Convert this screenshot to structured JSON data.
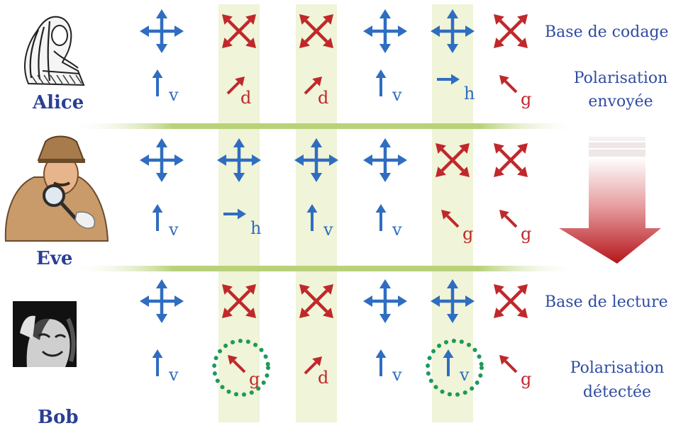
{
  "people": [
    {
      "name": "Alice"
    },
    {
      "name": "Eve"
    },
    {
      "name": "Bob"
    }
  ],
  "labels": {
    "base_codage": "Base de codage",
    "polarisation_envoyee_1": "Polarisation",
    "polarisation_envoyee_2": "envoyée",
    "base_lecture": "Base de lecture",
    "polarisation_detectee_1": "Polarisation",
    "polarisation_detectee_2": "détectée"
  },
  "colors": {
    "rectilinear": "#2f6dc0",
    "diagonal": "#c0282b",
    "label_blue": "#2f4ca3",
    "highlight": "#f0f4d8",
    "separator": "#b9d27a",
    "circle": "#1e9a5a",
    "down_arrow": "#c1262a"
  },
  "highlighted_columns": [
    1,
    2,
    4
  ],
  "alice": {
    "bases": [
      "rectilinear",
      "diagonal",
      "diagonal",
      "rectilinear",
      "rectilinear",
      "diagonal"
    ],
    "polarisations": [
      {
        "dir": "up",
        "letter": "v"
      },
      {
        "dir": "upright",
        "letter": "d"
      },
      {
        "dir": "upright",
        "letter": "d"
      },
      {
        "dir": "up",
        "letter": "v"
      },
      {
        "dir": "right",
        "letter": "h"
      },
      {
        "dir": "upleft",
        "letter": "g"
      }
    ]
  },
  "eve": {
    "bases": [
      "rectilinear",
      "rectilinear",
      "rectilinear",
      "rectilinear",
      "diagonal",
      "diagonal"
    ],
    "polarisations": [
      {
        "dir": "up",
        "letter": "v"
      },
      {
        "dir": "right",
        "letter": "h"
      },
      {
        "dir": "up",
        "letter": "v"
      },
      {
        "dir": "up",
        "letter": "v"
      },
      {
        "dir": "upleft",
        "letter": "g"
      },
      {
        "dir": "upleft",
        "letter": "g"
      }
    ]
  },
  "bob": {
    "bases": [
      "rectilinear",
      "diagonal",
      "diagonal",
      "rectilinear",
      "rectilinear",
      "diagonal"
    ],
    "polarisations": [
      {
        "dir": "up",
        "letter": "v",
        "circled": false
      },
      {
        "dir": "upleft",
        "letter": "g",
        "circled": true
      },
      {
        "dir": "upright",
        "letter": "d",
        "circled": false
      },
      {
        "dir": "up",
        "letter": "v",
        "circled": false
      },
      {
        "dir": "up",
        "letter": "v",
        "circled": true
      },
      {
        "dir": "upleft",
        "letter": "g",
        "circled": false
      }
    ]
  }
}
